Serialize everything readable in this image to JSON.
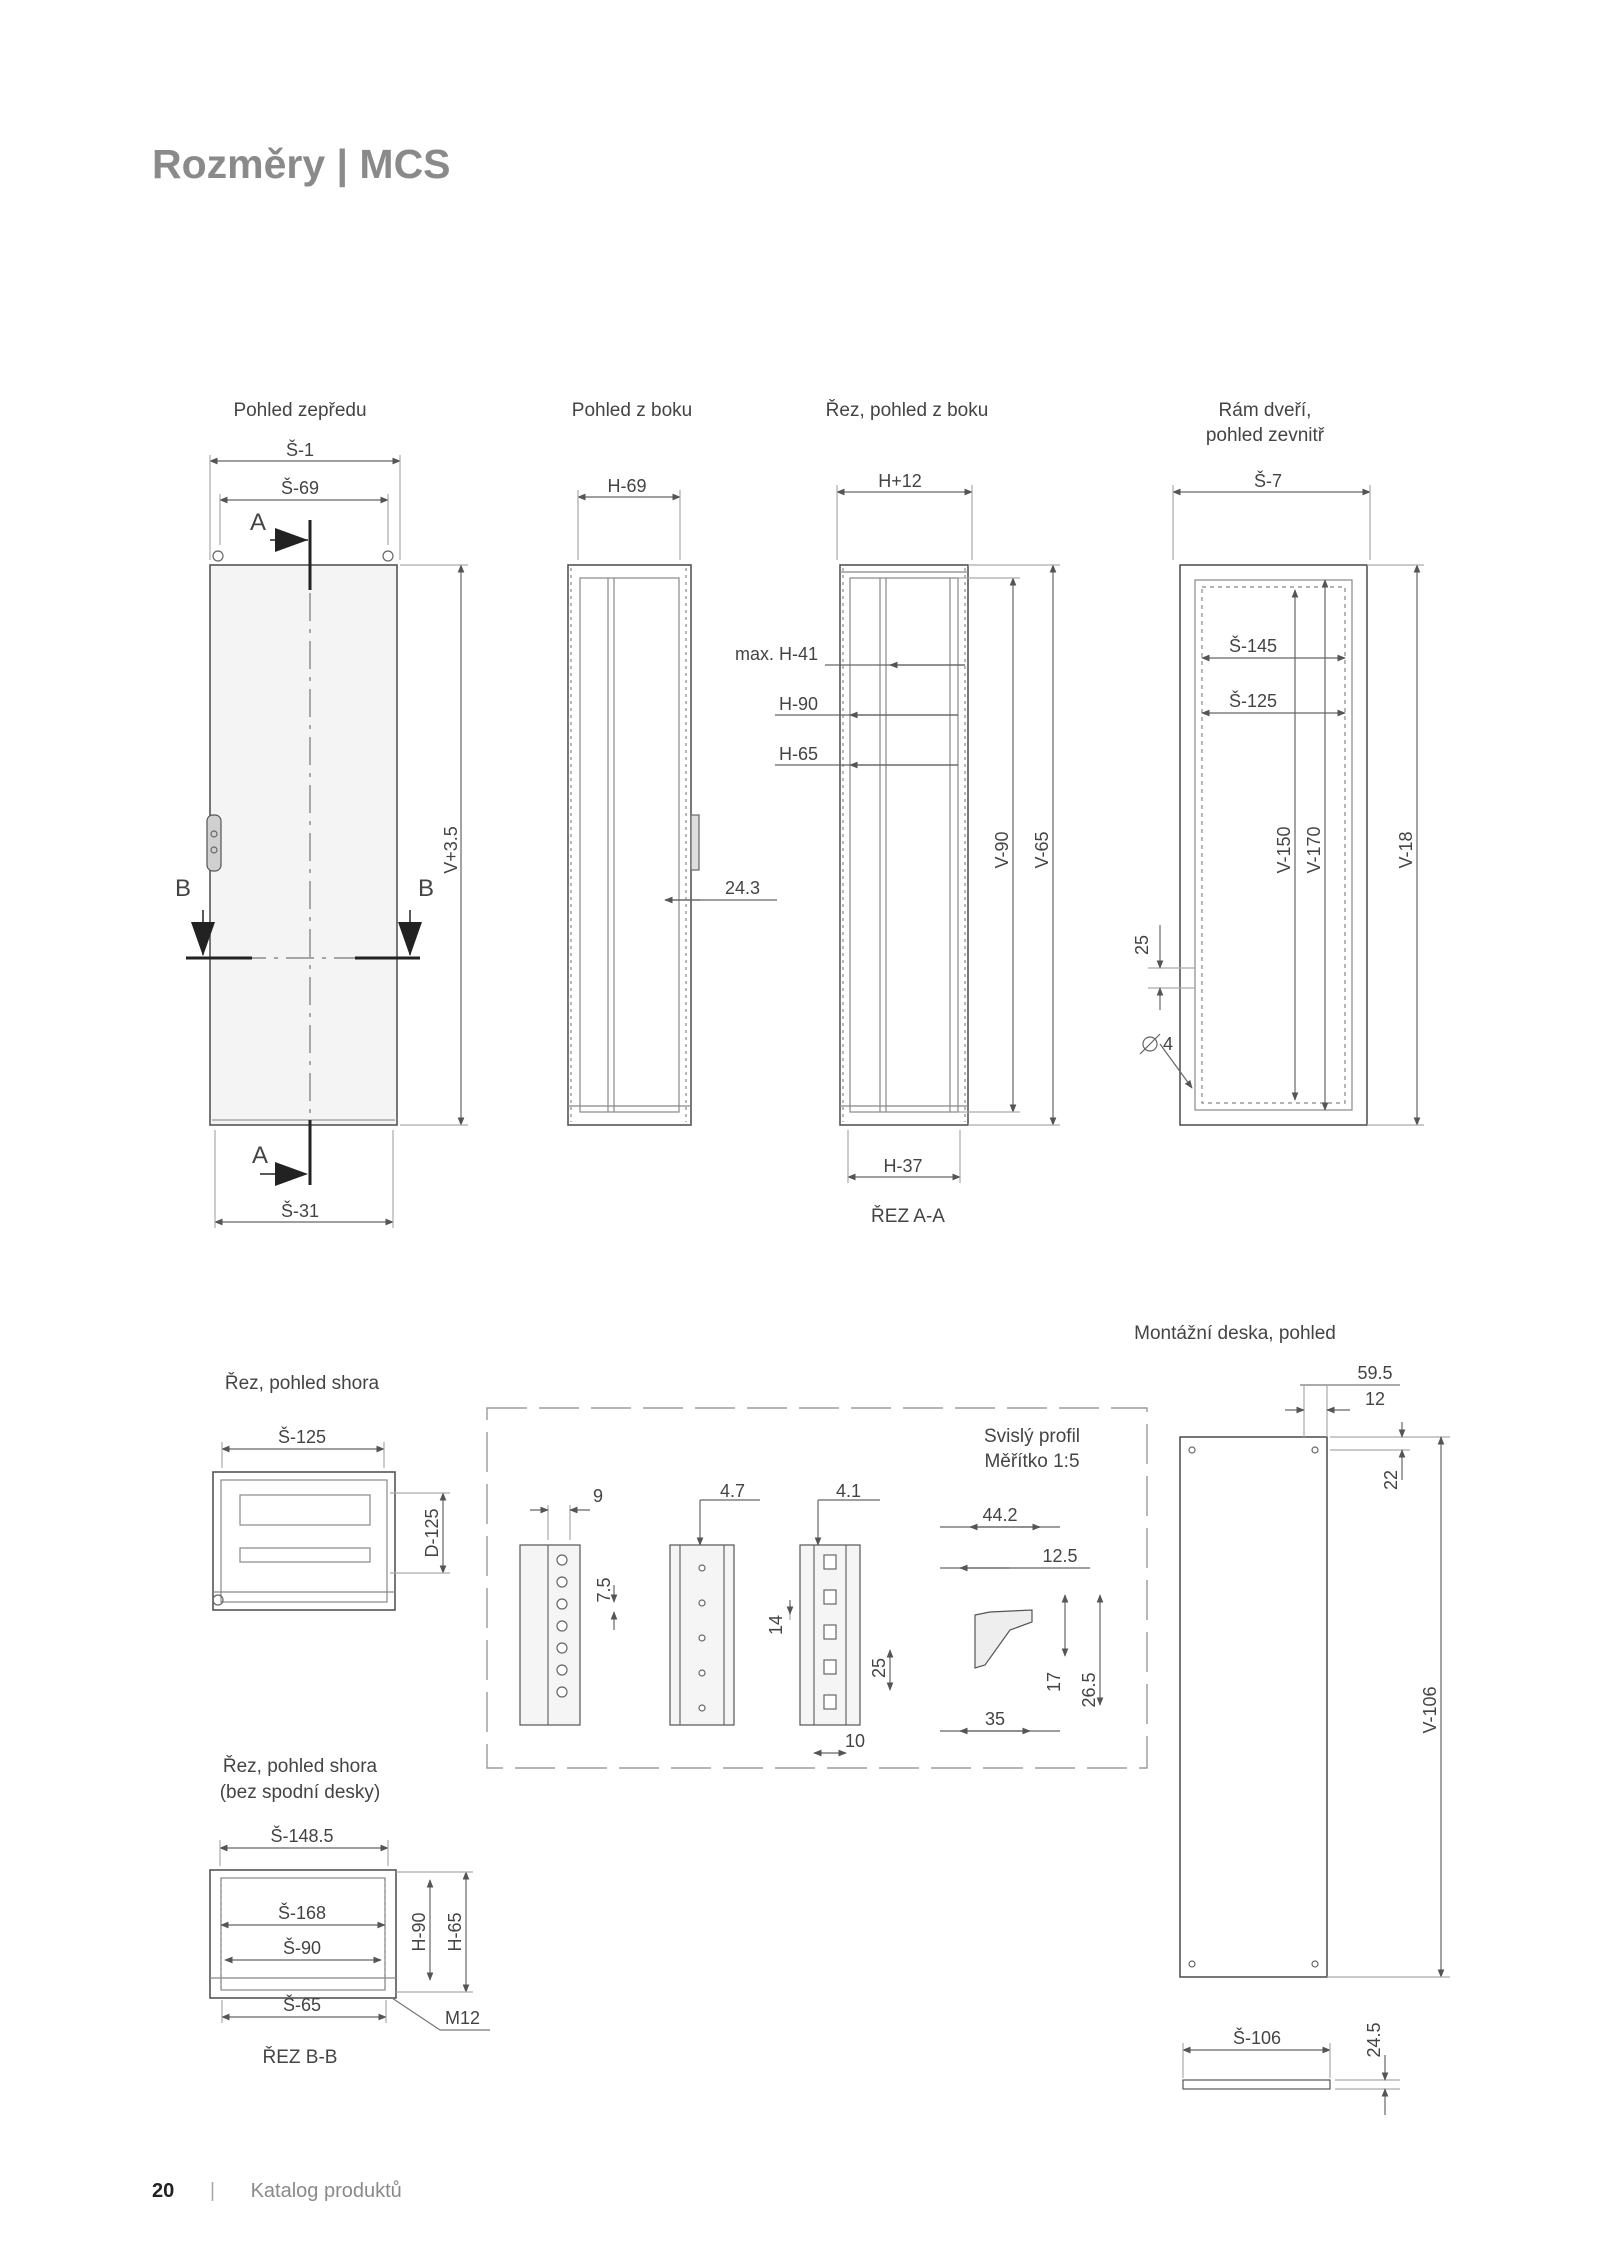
{
  "header": {
    "title": "Rozměry | MCS"
  },
  "views": {
    "front": {
      "caption": "Pohled zepředu",
      "w1": "Š-1",
      "w69": "Š-69",
      "sec_a": "A",
      "sec_b": "B",
      "v35": "V+3.5",
      "w31": "Š-31"
    },
    "side": {
      "caption": "Pohled z boku",
      "h69": "H-69",
      "d243": "24.3"
    },
    "section": {
      "caption": "Řez, pohled z boku",
      "h12": "H+12",
      "h41": "max. H-41",
      "h90": "H-90",
      "h65": "H-65",
      "v90": "V-90",
      "v65": "V-65",
      "h37": "H-37",
      "label": "ŘEZ A-A"
    },
    "door": {
      "caption_1": "Rám dveří,",
      "caption_2": "pohled zevnitř",
      "w7": "Š-7",
      "w145": "Š-145",
      "w125": "Š-125",
      "v150": "V-150",
      "v170": "V-170",
      "v18": "V-18",
      "d25": "25",
      "dia4": "4"
    },
    "top": {
      "caption": "Řez, pohled shora",
      "w125": "Š-125",
      "d125": "D-125"
    },
    "topb": {
      "caption_1": "Řez, pohled shora",
      "caption_2": "(bez spodní desky)",
      "w1485": "Š-148.5",
      "w168": "Š-168",
      "w90": "Š-90",
      "w65": "Š-65",
      "h90": "H-90",
      "h65": "H-65",
      "m12": "M12",
      "label": "ŘEZ B-B"
    },
    "profile": {
      "caption_1": "Svislý profil",
      "caption_2": "Měřítko 1:5",
      "d9": "9",
      "d75": "7.5",
      "dia47": "4.7",
      "dia41": "4.1",
      "d14": "14",
      "d25": "25",
      "d10": "10",
      "d442": "44.2",
      "d125": "12.5",
      "d17": "17",
      "d265": "26.5",
      "d35": "35"
    },
    "plate": {
      "caption": "Montážní deska, pohled",
      "d595": "59.5",
      "d12": "12",
      "d22": "22",
      "v106": "V-106",
      "w106": "Š-106",
      "d245": "24.5"
    }
  },
  "footer": {
    "page": "20",
    "separator": "|",
    "catalog": "Katalog produktů"
  }
}
